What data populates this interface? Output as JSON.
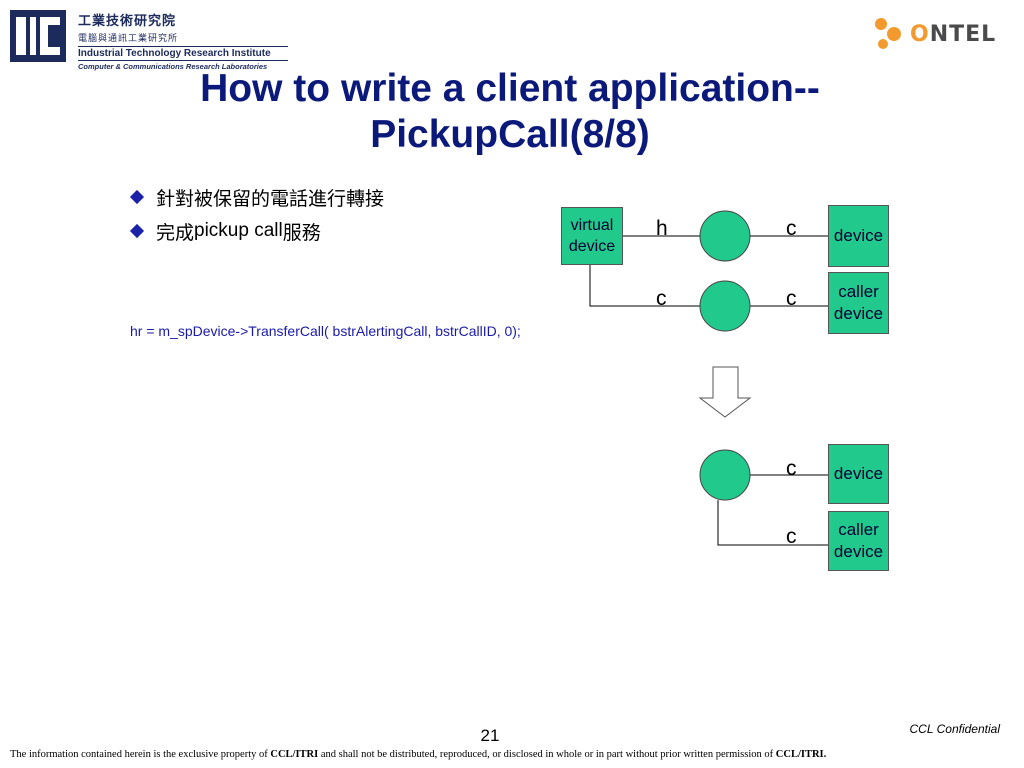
{
  "header": {
    "itri_name_zh": "工業技術研究院",
    "itri_lab_zh": "電腦與通訊工業研究所",
    "itri_name_en": "Industrial Technology Research Institute",
    "itri_lab_en": "Computer & Communications Research Laboratories",
    "ontel_prefix": "O",
    "ontel_mid": "N",
    "ontel_suffix": "TEL"
  },
  "title_line1": "How to write a client application--",
  "title_line2": "PickupCall(8/8)",
  "bullets": [
    {
      "pre": "針對被保留的電話進行轉接",
      "latin": "",
      "post": ""
    },
    {
      "pre": "完成",
      "latin": "pickup call",
      "post": "服務"
    }
  ],
  "code_line": "hr = m_spDevice->TransferCall( bstrAlertingCall, bstrCallID, 0);",
  "diagram": {
    "virtual_device_line1": "virtual",
    "virtual_device_line2": "device",
    "device": "device",
    "caller_device_line1": "caller",
    "caller_device_line2": "device",
    "state_h": "h",
    "state_c": "c"
  },
  "colors": {
    "title": "#0b1a7a",
    "box_fill": "#22c98c",
    "circle_fill": "#22c98c",
    "bullet": "#1a23a8",
    "code": "#1a1aa8"
  },
  "footer": {
    "page_number": "21",
    "confidential": "CCL Confidential",
    "disclaimer_a": "The information contained herein is the exclusive property of ",
    "disclaimer_b": "CCL/ITRI",
    "disclaimer_c": " and shall not be distributed, reproduced, or disclosed in whole or in part without prior written permission of ",
    "disclaimer_d": "CCL/ITRI."
  }
}
